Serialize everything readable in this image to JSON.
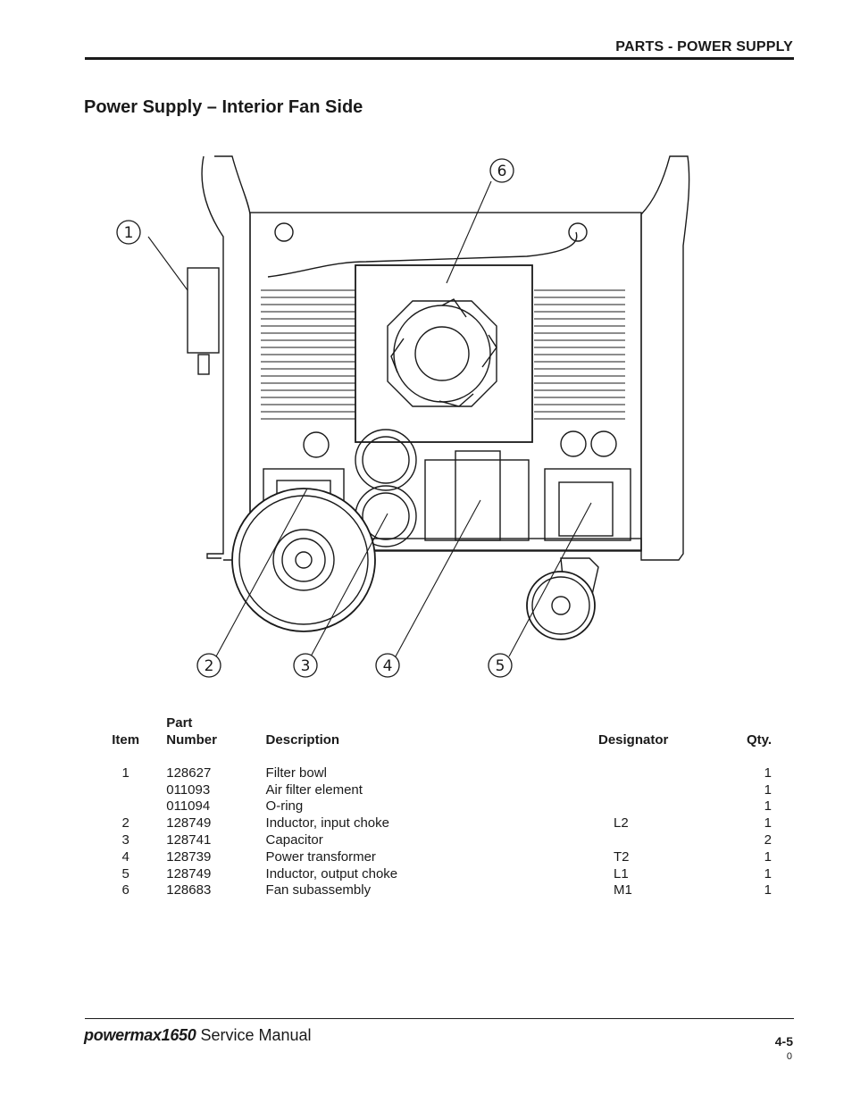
{
  "header": {
    "title": "PARTS - POWER SUPPLY"
  },
  "section": {
    "title": "Power Supply – Interior Fan Side"
  },
  "figure": {
    "callouts": [
      "1",
      "2",
      "3",
      "4",
      "5",
      "6"
    ]
  },
  "table": {
    "headers": {
      "item": "Item",
      "part_number_line1": "Part",
      "part_number_line2": "Number",
      "description": "Description",
      "designator": "Designator",
      "qty": "Qty."
    },
    "rows": [
      {
        "item": "1",
        "part": "128627",
        "description": "Filter bowl",
        "designator": "",
        "qty": "1"
      },
      {
        "item": "",
        "part": "011093",
        "description": "Air filter element",
        "designator": "",
        "qty": "1"
      },
      {
        "item": "",
        "part": "011094",
        "description": "O-ring",
        "designator": "",
        "qty": "1"
      },
      {
        "item": "2",
        "part": "128749",
        "description": "Inductor, input choke",
        "designator": "L2",
        "qty": "1"
      },
      {
        "item": "3",
        "part": "128741",
        "description": "Capacitor",
        "designator": "",
        "qty": "2"
      },
      {
        "item": "4",
        "part": "128739",
        "description": "Power transformer",
        "designator": "T2",
        "qty": "1"
      },
      {
        "item": "5",
        "part": "128749",
        "description": "Inductor, output choke",
        "designator": "L1",
        "qty": "1"
      },
      {
        "item": "6",
        "part": "128683",
        "description": "Fan subassembly",
        "designator": "M1",
        "qty": "1"
      }
    ]
  },
  "footer": {
    "brand": "powermax1650",
    "manual": "Service Manual",
    "page": "4-5",
    "revision": "0"
  }
}
